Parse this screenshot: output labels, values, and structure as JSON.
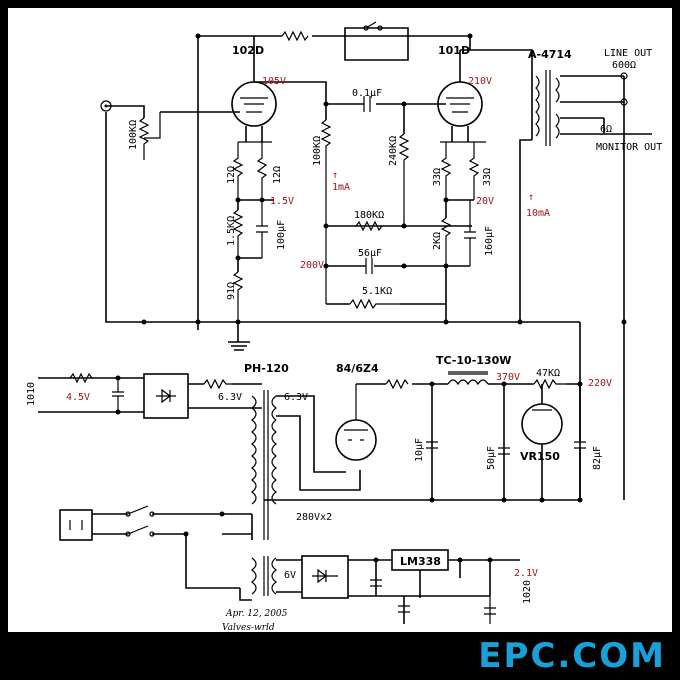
{
  "labels": {
    "tube_102d": "102D",
    "tube_101d": "101D",
    "xfmr_out": "A-4714",
    "line_out": "LINE OUT",
    "line_ohm": "600Ω",
    "six_ohm": "6Ω",
    "monitor_out": "MONITOR OUT",
    "pot": "100KΩ",
    "r12a": "12Ω",
    "r12b": "12Ω",
    "r15k": "1.5KΩ",
    "c100u": "100μF",
    "r91": "91Ω",
    "r100k": "100KΩ",
    "c01u": "0.1μF",
    "r240k": "240KΩ",
    "r33a": "33Ω",
    "r33b": "33Ω",
    "r2k": "2KΩ",
    "c160u": "160μF",
    "r180k": "180KΩ",
    "c56u": "56μF",
    "r51k": "5.1KΩ",
    "power_xfmr": "PH-120",
    "rect_tube": "84/6Z4",
    "choke": "TC-10-130W",
    "r47k": "47KΩ",
    "v63a": "6.3V",
    "v63b": "6.3V",
    "v280": "280Vx2",
    "c10u": "10μF",
    "c50u": "50μF",
    "reg_tube": "VR150",
    "c82u": "82μF",
    "reg_ic": "LM338",
    "v6": "6V",
    "led_left": "1010",
    "led_right": "1020",
    "date": "Apr. 12, 2005",
    "signature": "Valves-wrld"
  },
  "voltages": {
    "v105": "105V",
    "v210": "210V",
    "v15": "1.5V",
    "v200": "200V",
    "v20": "20V",
    "i1ma": "1mA",
    "i10ma": "10mA",
    "v45": "4.5V",
    "v370": "370V",
    "v220": "220V",
    "v21": "2.1V"
  },
  "watermark": "EPC.COM",
  "colors": {
    "voltage": "#a0151b",
    "watermark": "#1aa0d8"
  }
}
